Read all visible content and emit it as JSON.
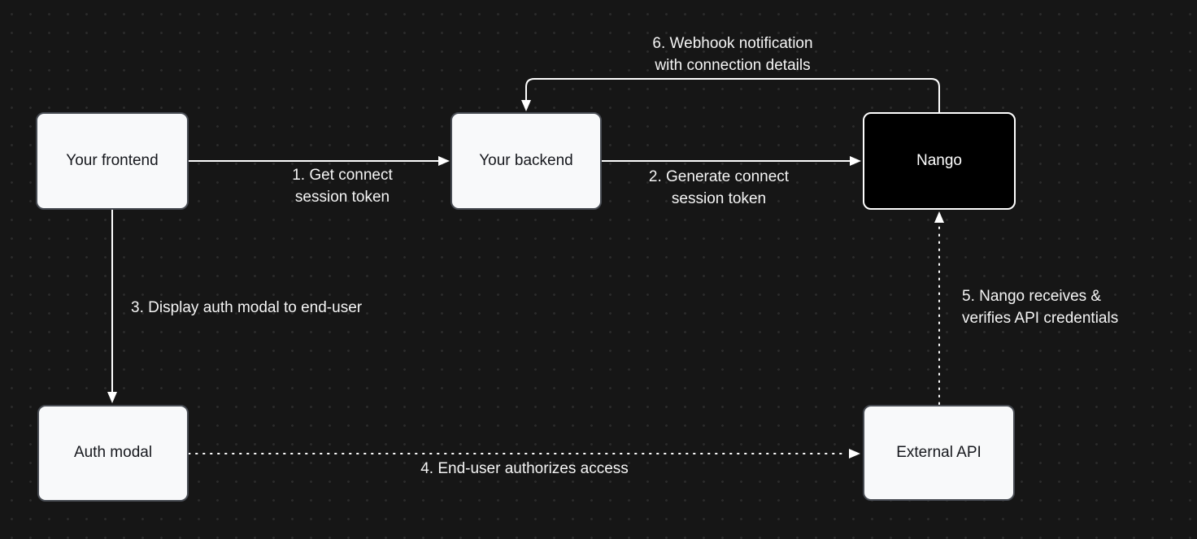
{
  "diagram": {
    "nodes": {
      "frontend": {
        "label": "Your frontend",
        "variant": "light"
      },
      "backend": {
        "label": "Your backend",
        "variant": "light"
      },
      "nango": {
        "label": "Nango",
        "variant": "dark"
      },
      "auth_modal": {
        "label": "Auth modal",
        "variant": "light"
      },
      "external_api": {
        "label": "External API",
        "variant": "light"
      }
    },
    "edges": {
      "step1": {
        "from": "frontend",
        "to": "backend",
        "style": "solid",
        "label_line1": "1. Get connect",
        "label_line2": "session token"
      },
      "step2": {
        "from": "backend",
        "to": "nango",
        "style": "solid",
        "label_line1": "2. Generate connect",
        "label_line2": "session token"
      },
      "step3": {
        "from": "frontend",
        "to": "auth_modal",
        "style": "solid",
        "label": "3. Display auth modal to end-user"
      },
      "step4": {
        "from": "auth_modal",
        "to": "external_api",
        "style": "dotted",
        "label": "4. End-user authorizes access"
      },
      "step5": {
        "from": "external_api",
        "to": "nango",
        "style": "dotted",
        "label_line1": "5. Nango receives &",
        "label_line2": "verifies API credentials"
      },
      "step6": {
        "from": "nango",
        "to": "backend",
        "style": "solid",
        "label_line1": "6. Webhook notification",
        "label_line2": "with connection details"
      }
    }
  },
  "colors": {
    "background": "#161616",
    "dot_grid": "#2b2b2b",
    "node_light_fill": "#f8f9fa",
    "node_light_border": "#474b52",
    "node_dark_fill": "#000000",
    "node_dark_border": "#ffffff",
    "line": "#ffffff",
    "label_text": "#f5f5f5",
    "node_text": "#16181d"
  }
}
